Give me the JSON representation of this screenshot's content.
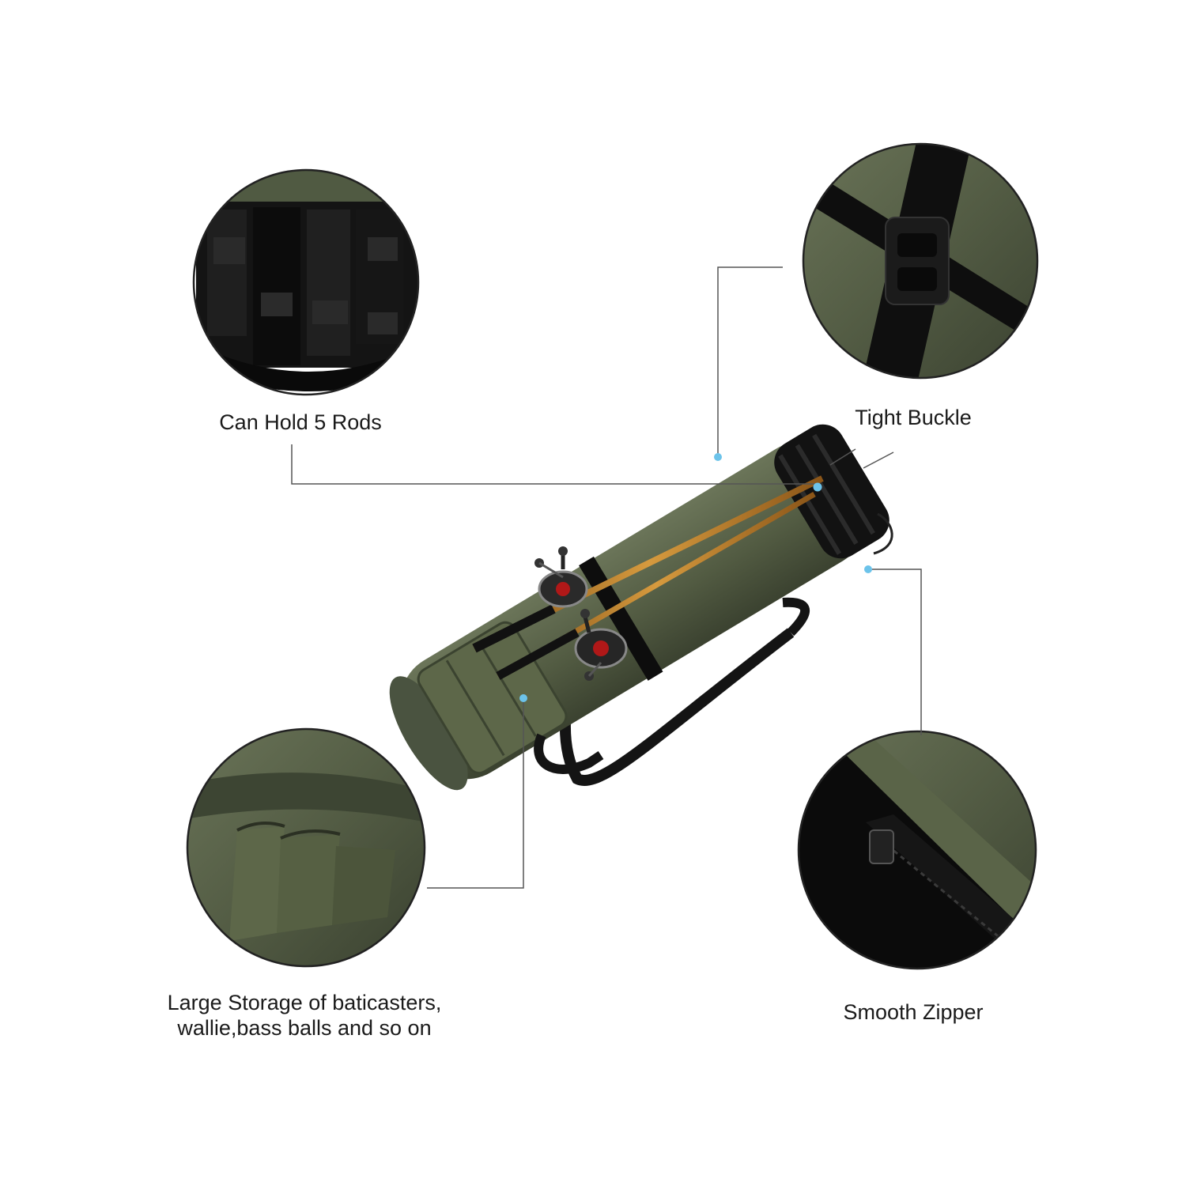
{
  "features": {
    "rods": {
      "label": "Can Hold 5 Rods"
    },
    "buckle": {
      "label": "Tight Buckle"
    },
    "storage": {
      "label_line1": "Large Storage of baticasters,",
      "label_line2": "wallie,bass balls and so on"
    },
    "zipper": {
      "label": "Smooth Zipper"
    }
  },
  "colors": {
    "olive": "#4e5640",
    "olive_light": "#616b4f",
    "strap": "#111111",
    "leader": "#555555",
    "dot": "#6cc3ea"
  }
}
